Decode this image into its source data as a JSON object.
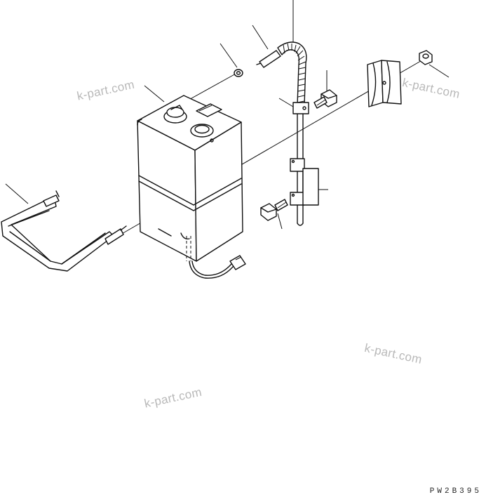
{
  "watermarks": [
    "k-part.com",
    "k-part.com",
    "k-part.com",
    "k-part.com"
  ],
  "drawing_code": "PW2B395"
}
